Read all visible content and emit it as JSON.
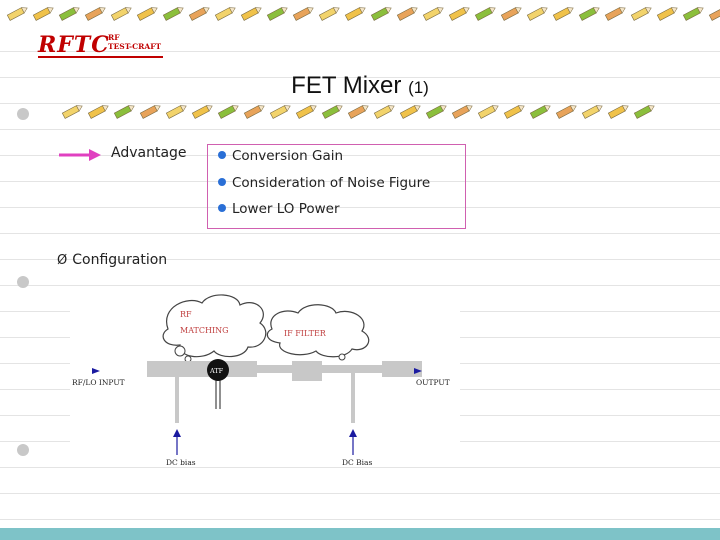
{
  "logo": {
    "main": "RFTC",
    "sub_line1": "RF",
    "sub_line2": "TEST-CRAFT"
  },
  "title": {
    "main": "FET Mixer",
    "suffix": "(1)"
  },
  "advantage_label": "Advantage",
  "advantages": [
    "Conversion Gain",
    "Consideration of Noise Figure",
    "Lower LO Power"
  ],
  "section_label": "Configuration",
  "section_marker": "Ø",
  "diagram": {
    "rf_matching_line1": "RF",
    "rf_matching_line2": "MATCHING",
    "if_filter": "IF FILTER",
    "transistor": "ATF",
    "input_label": "RF/LO INPUT",
    "output_label": "OUTPUT",
    "dc_bias_left": "DC bias",
    "dc_bias_right": "DC Bias"
  },
  "colors": {
    "accent_arrow": "#e040c0",
    "box_border": "#d060b0",
    "bullet": "#2a6fd6",
    "bottom_bar": "#7ec3c8",
    "logo": "#c00000"
  }
}
